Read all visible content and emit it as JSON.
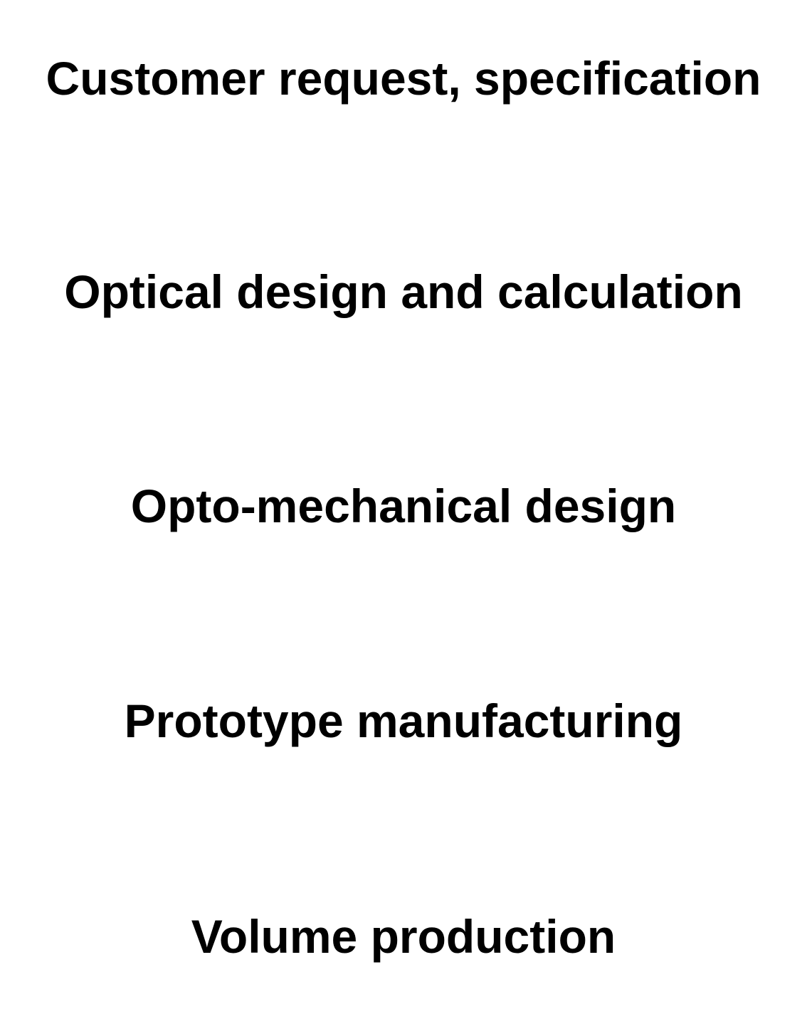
{
  "steps": [
    {
      "label": "Customer request, specification"
    },
    {
      "label": "Optical design and calculation"
    },
    {
      "label": "Opto-mechanical design"
    },
    {
      "label": "Prototype manufacturing"
    },
    {
      "label": "Volume production"
    }
  ],
  "colors": {
    "text": "#000000",
    "background": "#ffffff"
  }
}
